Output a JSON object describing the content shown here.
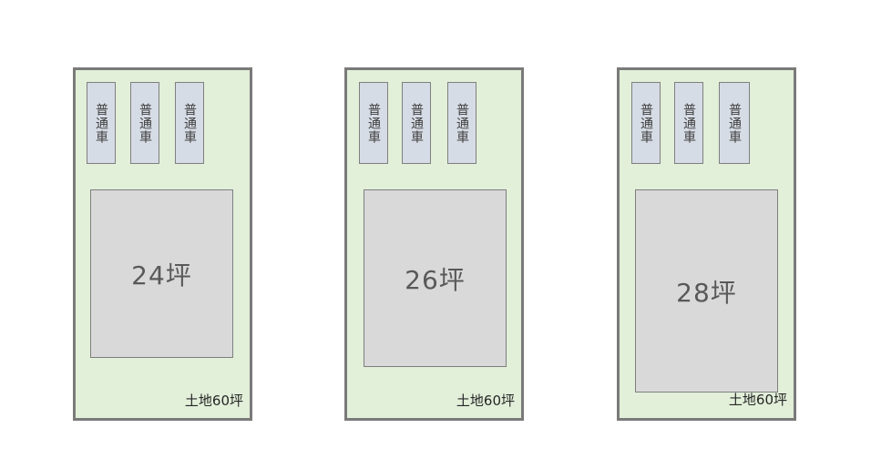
{
  "lots": [
    {
      "cars": [
        "普通車",
        "普通車",
        "普通車"
      ],
      "house_label": "24坪",
      "land_label": "土地60坪"
    },
    {
      "cars": [
        "普通車",
        "普通車",
        "普通車"
      ],
      "house_label": "26坪",
      "land_label": "土地60坪"
    },
    {
      "cars": [
        "普通車",
        "普通車",
        "普通車"
      ],
      "house_label": "28坪",
      "land_label": "土地60坪"
    }
  ],
  "colors": {
    "lot_fill": "#e2efd9",
    "lot_border": "#7a7a7a",
    "car_fill": "#d6dce5",
    "house_fill": "#d9d9d9"
  }
}
